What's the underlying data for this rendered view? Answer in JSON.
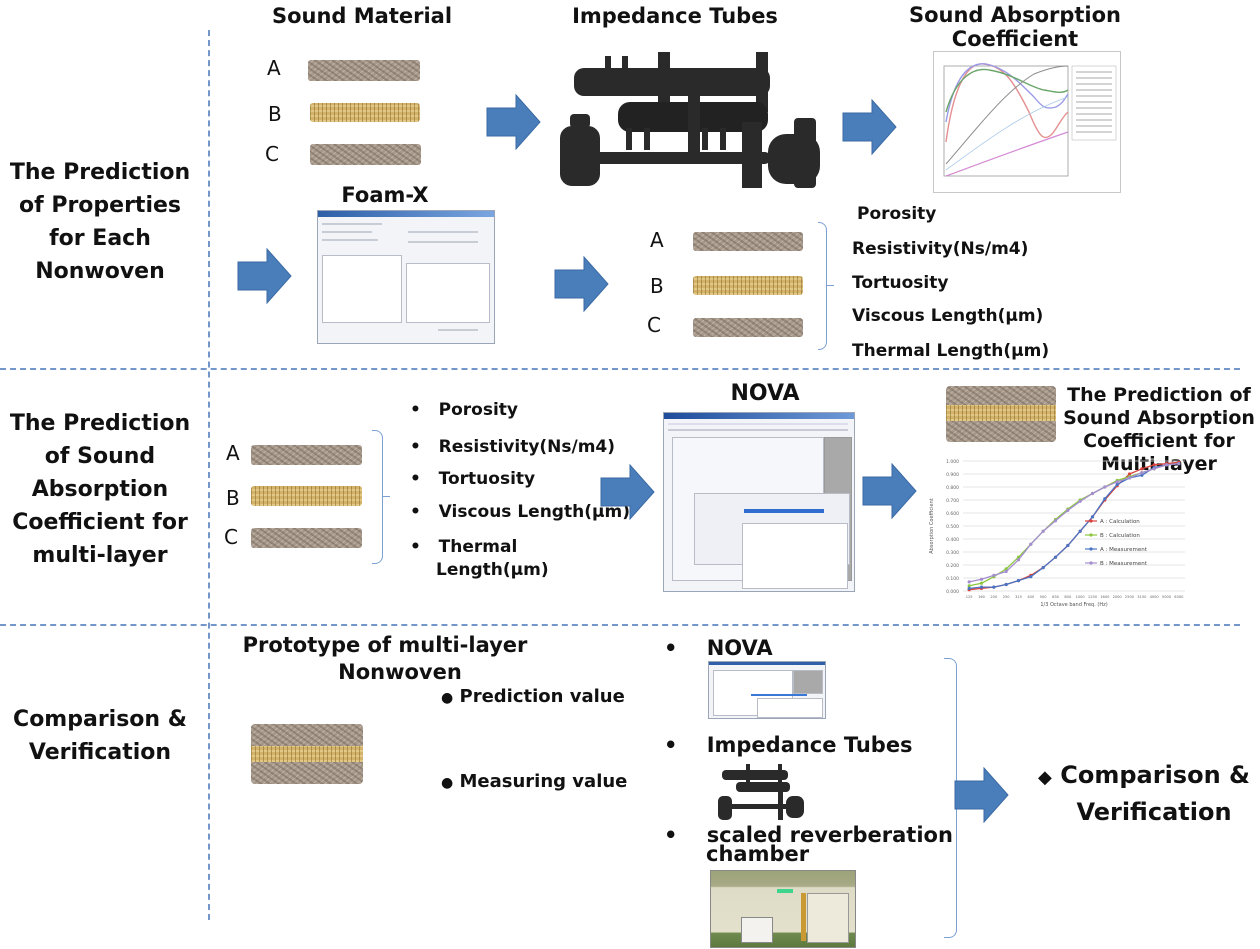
{
  "rows": [
    {
      "title": "The Prediction of Properties for Each Nonwoven",
      "title_lines": [
        "The Prediction",
        "of Properties",
        "for Each",
        "Nonwoven"
      ]
    },
    {
      "title": "The Prediction of Sound Absorption Coefficient for multi-layer",
      "title_lines": [
        "The Prediction",
        "of  Sound",
        "Absorption",
        "Coefficient for",
        "multi-layer"
      ]
    },
    {
      "title": "Comparison & Verification",
      "title_lines": [
        "Comparison &",
        "Verification"
      ]
    }
  ],
  "row1": {
    "sound_material_heading": "Sound Material",
    "impedance_tubes_heading": "Impedance Tubes",
    "sound_absorption_heading_lines": [
      "Sound Absorption",
      "Coefficient"
    ],
    "foamx_heading": "Foam-X",
    "materials": [
      {
        "label": "A",
        "type": "grey"
      },
      {
        "label": "B",
        "type": "gold"
      },
      {
        "label": "C",
        "type": "grey"
      }
    ],
    "properties": [
      "Porosity",
      "Resistivity(Ns/m4)",
      "Tortuosity",
      "Viscous Length(μm)",
      "Thermal Length(μm)"
    ]
  },
  "row2": {
    "materials": [
      {
        "label": "A",
        "type": "grey"
      },
      {
        "label": "B",
        "type": "gold"
      },
      {
        "label": "C",
        "type": "grey"
      }
    ],
    "bullet_properties": [
      "Porosity",
      "Resistivity(Ns/m4)",
      "Tortuosity",
      "Viscous  Length(μm)",
      "Thermal",
      "Length(μm)"
    ],
    "bullet_char": "•",
    "nova_heading": "NOVA",
    "result_heading_lines": [
      "The Prediction of",
      "Sound Absorption",
      "Coefficient for",
      "Multi-layer"
    ]
  },
  "row3": {
    "prototype_heading_lines": [
      "Prototype of multi-layer",
      "Nonwoven"
    ],
    "values": [
      "Prediction value",
      "Measuring value"
    ],
    "value_bullet": "●",
    "tools": [
      "NOVA",
      "Impedance Tubes",
      "scaled reverberation",
      "chamber"
    ],
    "tool_bullet": "•",
    "result_lines": [
      "Comparison &",
      "Verification"
    ],
    "result_bullet": "◆"
  },
  "icons": {
    "arrow": "right-arrow-icon",
    "bracket": "right-brace-icon"
  },
  "colors": {
    "arrow_fill": "#4a7ebb",
    "arrow_stroke": "#3a6aa3",
    "separator": "#5b86c2",
    "bracket": "#7aa0d4"
  },
  "chart_data": [
    {
      "type": "line",
      "title": "",
      "xlabel": "1/3 Octave band Freq. (Hz)",
      "ylabel": "Absorption Coefficient",
      "categories": [
        "125",
        "160",
        "200",
        "250",
        "315",
        "400",
        "500",
        "630",
        "800",
        "1000",
        "1250",
        "1600",
        "2000",
        "2500",
        "3150",
        "4000",
        "5000",
        "6300"
      ],
      "ylim": [
        0,
        1
      ],
      "yticks": [
        "0.000",
        "0.100",
        "0.200",
        "0.300",
        "0.400",
        "0.500",
        "0.600",
        "0.700",
        "0.800",
        "0.900",
        "1.000"
      ],
      "grid": true,
      "legend_position": "right",
      "series": [
        {
          "name": "A : Calculation",
          "color": "#d9403a",
          "values": [
            0.01,
            0.02,
            0.03,
            0.05,
            0.08,
            0.12,
            0.18,
            0.26,
            0.35,
            0.46,
            0.57,
            0.7,
            0.81,
            0.9,
            0.94,
            0.97,
            0.98,
            0.99
          ]
        },
        {
          "name": "B : Calculation",
          "color": "#8cc63f",
          "values": [
            0.04,
            0.06,
            0.11,
            0.17,
            0.26,
            0.36,
            0.46,
            0.55,
            0.63,
            0.7,
            0.75,
            0.8,
            0.85,
            0.88,
            0.91,
            0.94,
            0.97,
            0.98
          ]
        },
        {
          "name": "A : Measurement",
          "color": "#4a74c4",
          "values": [
            0.02,
            0.03,
            0.03,
            0.05,
            0.08,
            0.11,
            0.18,
            0.26,
            0.35,
            0.46,
            0.57,
            0.71,
            0.82,
            0.87,
            0.89,
            0.95,
            0.97,
            0.98
          ]
        },
        {
          "name": "B : Measurement",
          "color": "#a58ed0",
          "values": [
            0.07,
            0.09,
            0.12,
            0.15,
            0.24,
            0.36,
            0.46,
            0.54,
            0.62,
            0.69,
            0.75,
            0.8,
            0.84,
            0.87,
            0.91,
            0.94,
            0.97,
            0.98
          ]
        }
      ]
    }
  ]
}
